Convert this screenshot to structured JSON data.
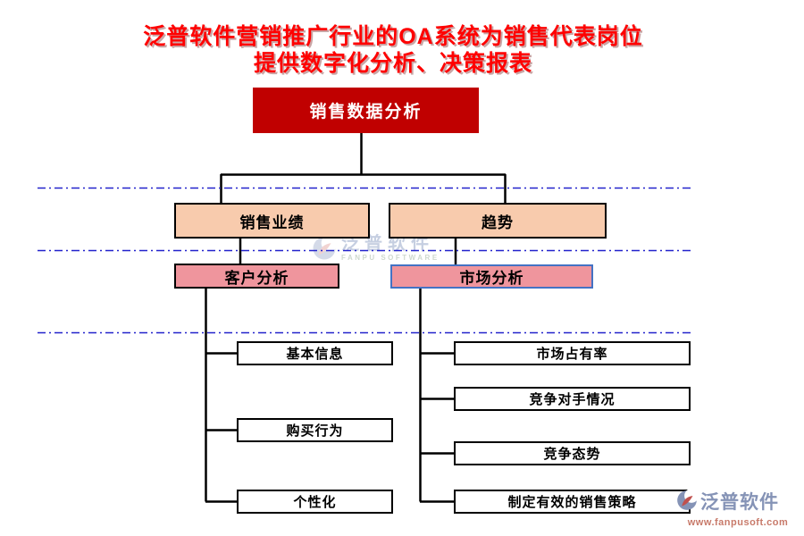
{
  "title": {
    "line1": "泛普软件营销推广行业的OA系统为销售代表岗位",
    "line2": "提供数字化分析、决策报表"
  },
  "tree": {
    "root": "销售数据分析",
    "branches": [
      {
        "label": "销售业绩",
        "child": "客户分析",
        "leaves": [
          "基本信息",
          "购买行为",
          "个性化"
        ]
      },
      {
        "label": "趋势",
        "child": "市场分析",
        "leaves": [
          "市场占有率",
          "竞争对手情况",
          "竞争态势",
          "制定有效的销售策略"
        ]
      }
    ]
  },
  "watermark": {
    "brand": "泛普软件",
    "caption": "FANPU SOFTWARE"
  },
  "footer_logo": {
    "brand": "泛普软件",
    "url": "www.fanpusoft.com"
  },
  "colors": {
    "title": "#FF0000",
    "root_fill": "#C00000",
    "level2_fill": "#F8CBAD",
    "level3_fill": "#EF959D",
    "selected_border": "#4472C4",
    "connector": "#000000",
    "guide_line": "#2222CC",
    "brand": "#8593B6",
    "brand_url": "#C87A6A"
  }
}
